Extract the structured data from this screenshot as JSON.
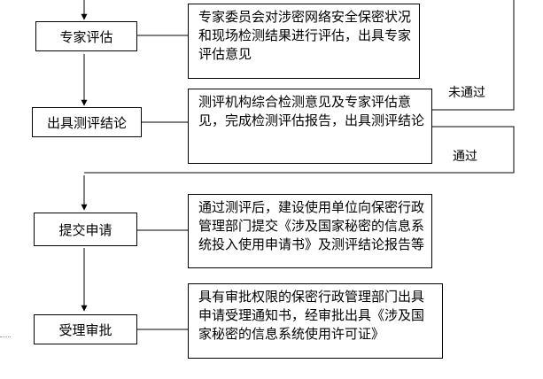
{
  "steps": [
    {
      "label": "专家评估"
    },
    {
      "label": "出具测评结论"
    },
    {
      "label": "提交申请"
    },
    {
      "label": "受理审批"
    }
  ],
  "descriptions": [
    "专家委员会对涉密网络安全保密状况和现场检测结果进行评估，出具专家评估意见",
    "测评机构综合检测意见及专家评估意见，完成检测评估报告，出具测评结论",
    "通过测评后，建设使用单位向保密行政管理部门提交《涉及国家秘密的信息系统投入使用申请书》及测评结论报告等",
    "具有审批权限的保密行政管理部门出具申请受理通知书，经审批出具《涉及国家秘密的信息系统使用许可证》"
  ],
  "edge_labels": {
    "fail": "未通过",
    "pass": "通过"
  }
}
